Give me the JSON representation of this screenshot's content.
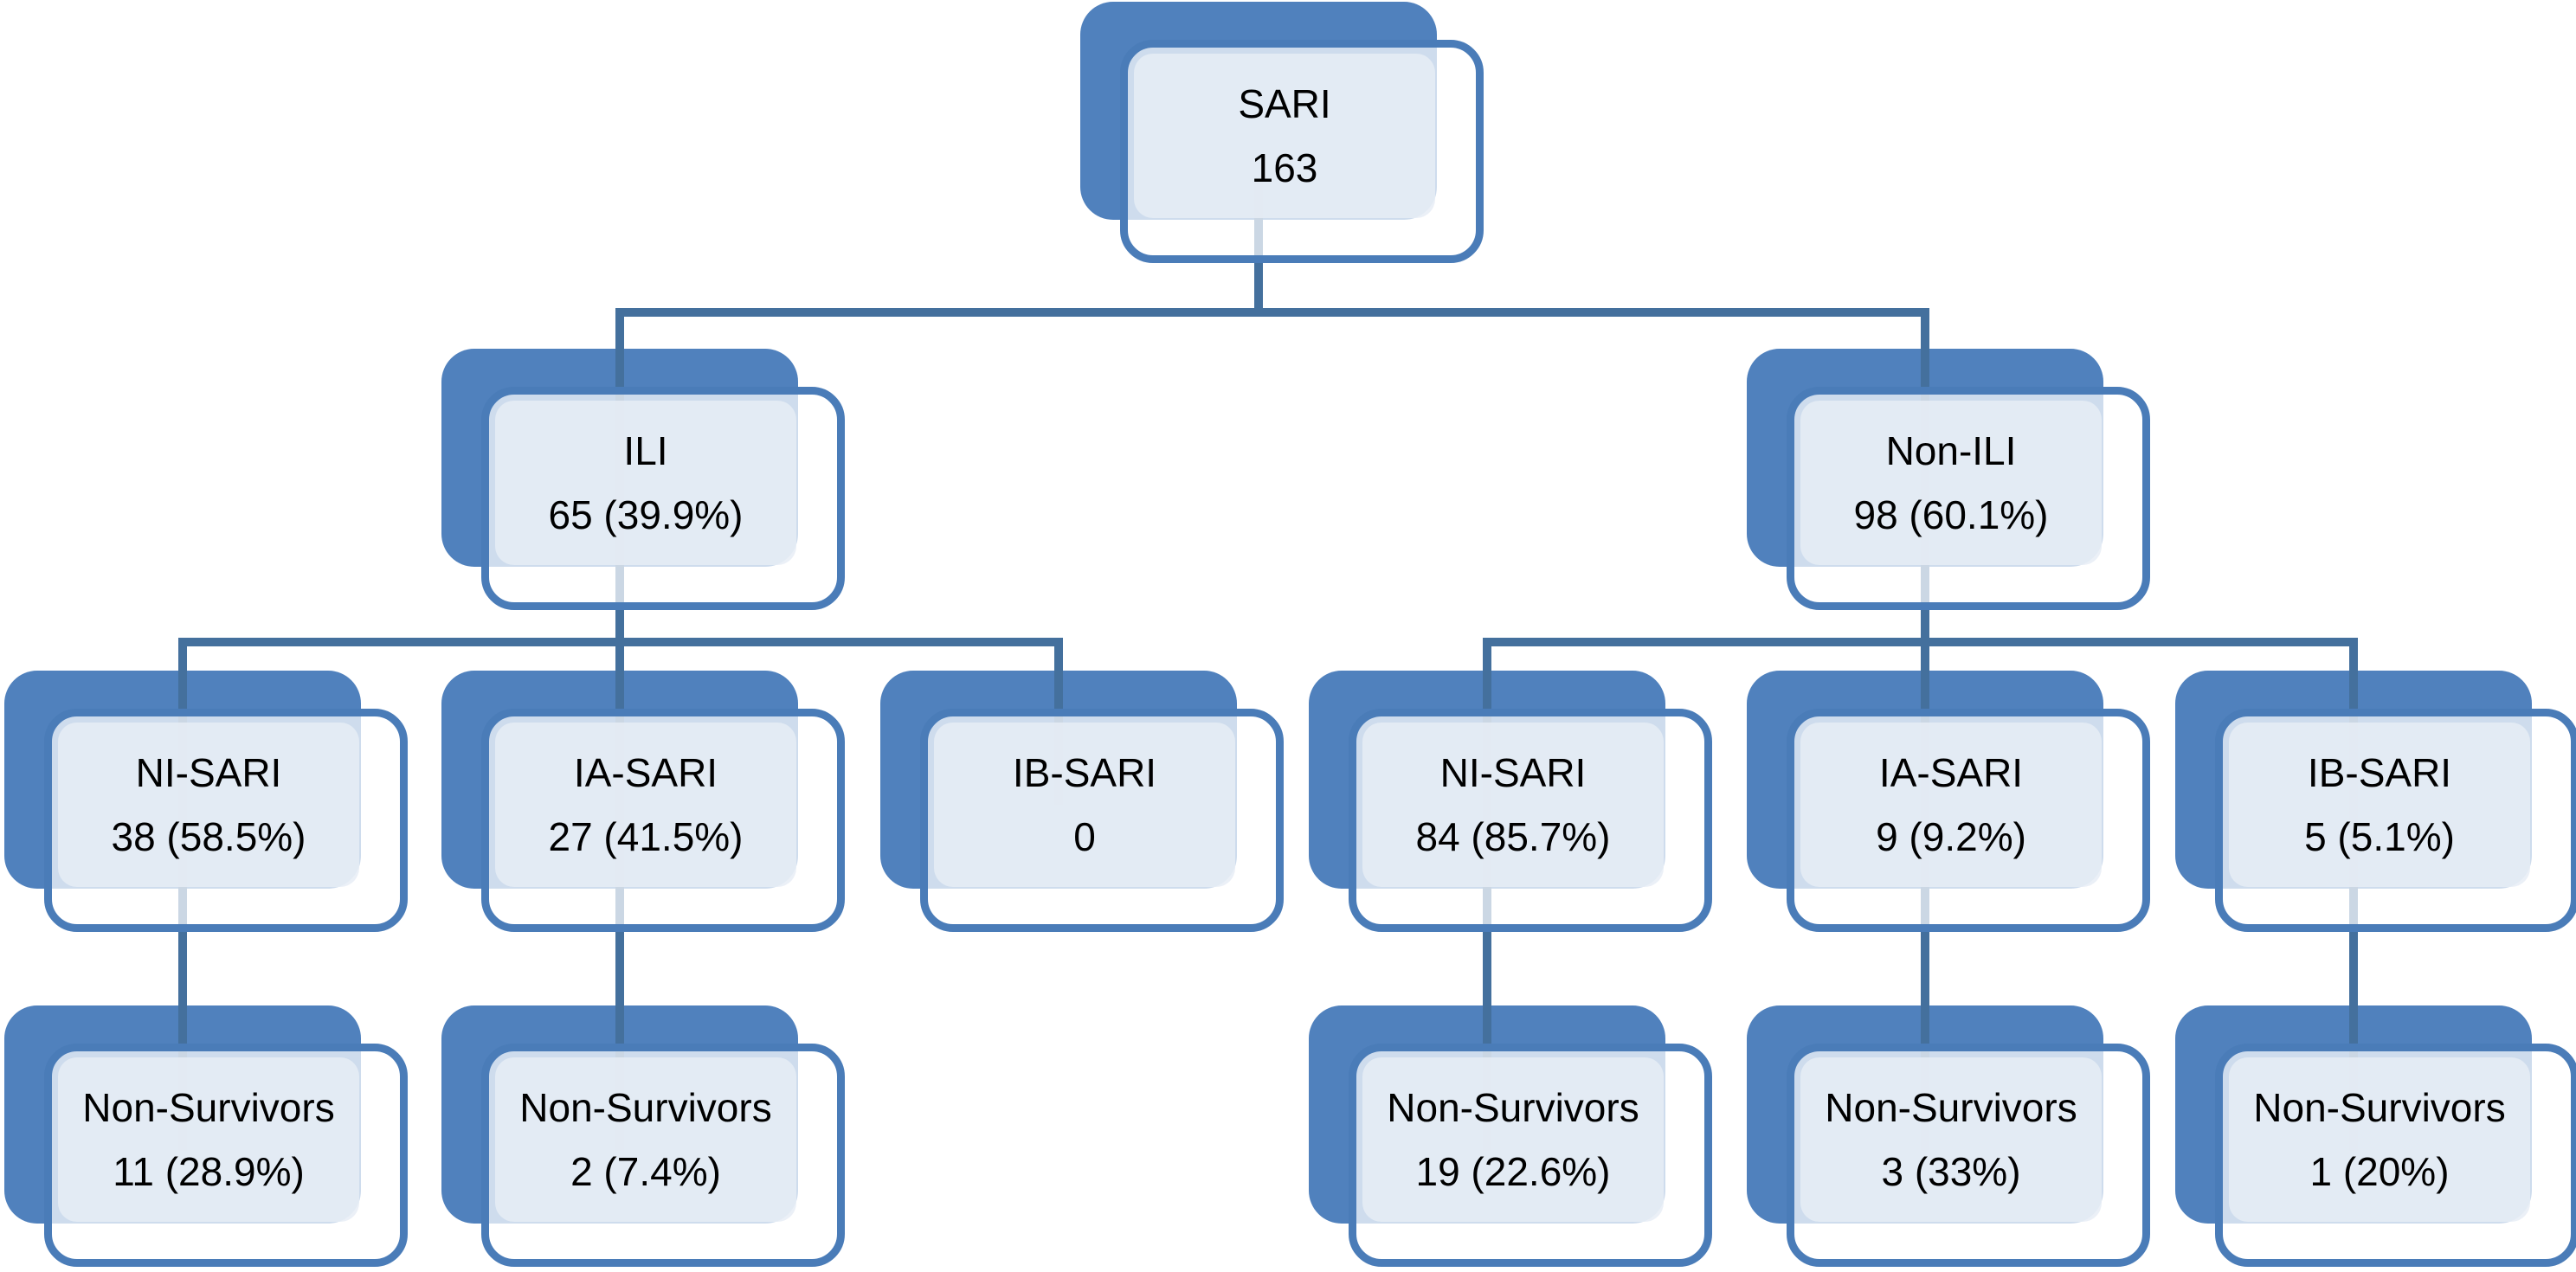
{
  "diagram": {
    "type": "flowchart",
    "description": "Hierarchical patient flow chart of SARI cases split by ILI status, infection category and non-survivors"
  },
  "nodes": {
    "sari": {
      "label": "SARI",
      "value": "163"
    },
    "ili": {
      "label": "ILI",
      "value": "65 (39.9%)"
    },
    "non_ili": {
      "label": "Non-ILI",
      "value": "98 (60.1%)"
    },
    "ni_sari_ili": {
      "label": "NI-SARI",
      "value": "38 (58.5%)"
    },
    "ia_sari_ili": {
      "label": "IA-SARI",
      "value": "27 (41.5%)"
    },
    "ib_sari_ili": {
      "label": "IB-SARI",
      "value": "0"
    },
    "ni_sari_non_ili": {
      "label": "NI-SARI",
      "value": "84 (85.7%)"
    },
    "ia_sari_non_ili": {
      "label": "IA-SARI",
      "value": "9 (9.2%)"
    },
    "ib_sari_non_ili": {
      "label": "IB-SARI",
      "value": "5 (5.1%)"
    },
    "ns_ni_ili": {
      "label": "Non-Survivors",
      "value": "11 (28.9%)"
    },
    "ns_ia_ili": {
      "label": "Non-Survivors",
      "value": "2 (7.4%)"
    },
    "ns_ni_non_ili": {
      "label": "Non-Survivors",
      "value": "19 (22.6%)"
    },
    "ns_ia_non_ili": {
      "label": "Non-Survivors",
      "value": "3 (33%)"
    },
    "ns_ib_non_ili": {
      "label": "Non-Survivors",
      "value": "1 (20%)"
    }
  },
  "edges": [
    [
      "sari",
      "ili"
    ],
    [
      "sari",
      "non_ili"
    ],
    [
      "ili",
      "ni_sari_ili"
    ],
    [
      "ili",
      "ia_sari_ili"
    ],
    [
      "ili",
      "ib_sari_ili"
    ],
    [
      "non_ili",
      "ni_sari_non_ili"
    ],
    [
      "non_ili",
      "ia_sari_non_ili"
    ],
    [
      "non_ili",
      "ib_sari_non_ili"
    ],
    [
      "ni_sari_ili",
      "ns_ni_ili"
    ],
    [
      "ia_sari_ili",
      "ns_ia_ili"
    ],
    [
      "ni_sari_non_ili",
      "ns_ni_non_ili"
    ],
    [
      "ia_sari_non_ili",
      "ns_ia_non_ili"
    ],
    [
      "ib_sari_non_ili",
      "ns_ib_non_ili"
    ]
  ],
  "colors": {
    "shadow": "#5081BD",
    "border": "#4A7CB8",
    "panel": "#E7EDF6",
    "connector": "#44709D",
    "text": "#000000",
    "background": "#FFFFFF"
  }
}
